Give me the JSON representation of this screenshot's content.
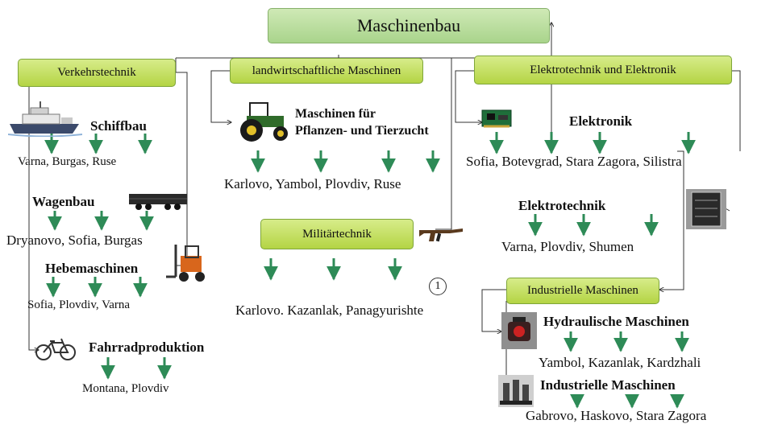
{
  "title": "Maschinenbau",
  "branches": {
    "verkehr": {
      "label": "Verkehrstechnik",
      "schiffbau": {
        "label": "Schiffbau",
        "cities": "Varna, Burgas, Ruse"
      },
      "wagenbau": {
        "label": "Wagenbau",
        "cities": "Dryanovo, Sofia, Burgas"
      },
      "hebemaschinen": {
        "label": "Hebemaschinen",
        "cities": "Sofia, Plovdiv, Varna"
      },
      "fahrrad": {
        "label": "Fahrradproduktion",
        "cities": "Montana, Plovdiv"
      }
    },
    "landwirtschaft": {
      "label": "landwirtschaftliche Maschinen",
      "sub_line1": "Maschinen für",
      "sub_line2": "Pflanzen- und Tierzucht",
      "cities": "Karlovo, Yambol, Plovdiv, Ruse"
    },
    "militaer": {
      "label": "Militärtechnik",
      "cities": "Karlovo. Kazanlak, Panagyurishte",
      "marker": "1"
    },
    "elektro": {
      "label": "Elektrotechnik und Elektronik",
      "elektronik": {
        "label": "Elektronik",
        "cities": "Sofia, Botevgrad, Stara Zagora, Silistra"
      },
      "elektrotechnik": {
        "label": "Elektrotechnik",
        "cities": "Varna, Plovdiv, Shumen"
      }
    },
    "industrie": {
      "label": "Industrielle Maschinen",
      "hydraulik": {
        "label": "Hydraulische Maschinen",
        "cities": "Yambol, Kazanlak, Kardzhali"
      },
      "industrielle": {
        "label": "Industrielle Maschinen",
        "cities": "Gabrovo, Haskovo, Stara Zagora"
      }
    }
  },
  "colors": {
    "arrow": "#2e8b57",
    "box_fill": "#c4df5e",
    "title_fill": "#b9dea0"
  },
  "icons": [
    "ship-icon",
    "freight-wagon-icon",
    "forklift-icon",
    "bicycle-icon",
    "tractor-icon",
    "rifle-icon",
    "circuit-board-icon",
    "refrigerator-icon",
    "hydraulic-pump-icon",
    "factory-machine-icon"
  ]
}
